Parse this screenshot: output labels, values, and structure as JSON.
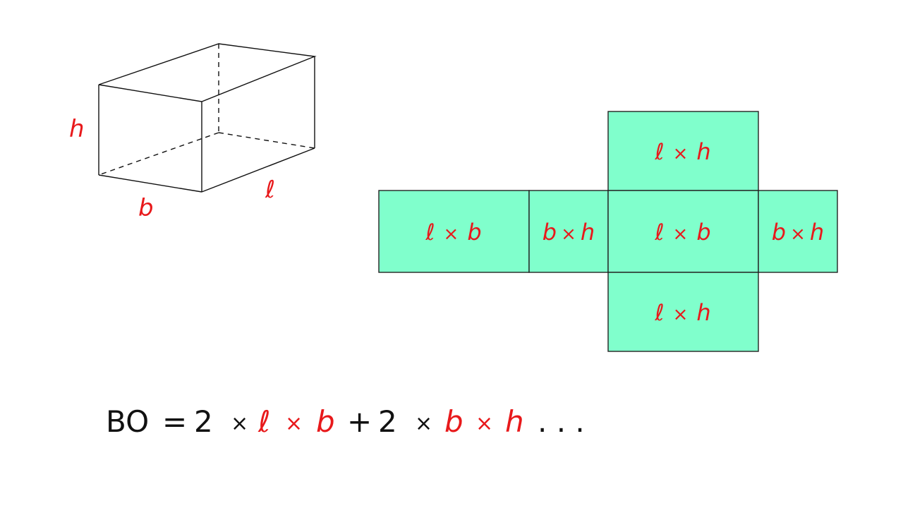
{
  "box": {
    "label_height": "h",
    "label_breadth": "b",
    "label_length": "ℓ"
  },
  "net": {
    "faces": [
      {
        "var1": "ℓ",
        "op": "×",
        "var2": "h"
      },
      {
        "var1": "ℓ",
        "op": "×",
        "var2": "b"
      },
      {
        "var1": "b",
        "op": "×",
        "var2": "h"
      },
      {
        "var1": "ℓ",
        "op": "×",
        "var2": "b"
      },
      {
        "var1": "b",
        "op": "×",
        "var2": "h"
      },
      {
        "var1": "ℓ",
        "op": "×",
        "var2": "h"
      }
    ],
    "face_color": "#80ffcc"
  },
  "formula": {
    "lhs": "BO",
    "eq": "=",
    "coef1": "2",
    "times1": "×",
    "var_l": "ℓ",
    "times2": "×",
    "var_b1": "b",
    "plus": "+",
    "coef2": "2",
    "times3": "×",
    "var_b2": "b",
    "times4": "×",
    "var_h": "h",
    "ellipsis": ". . ."
  },
  "colors": {
    "accent": "#e8191b",
    "ink": "#111111"
  }
}
